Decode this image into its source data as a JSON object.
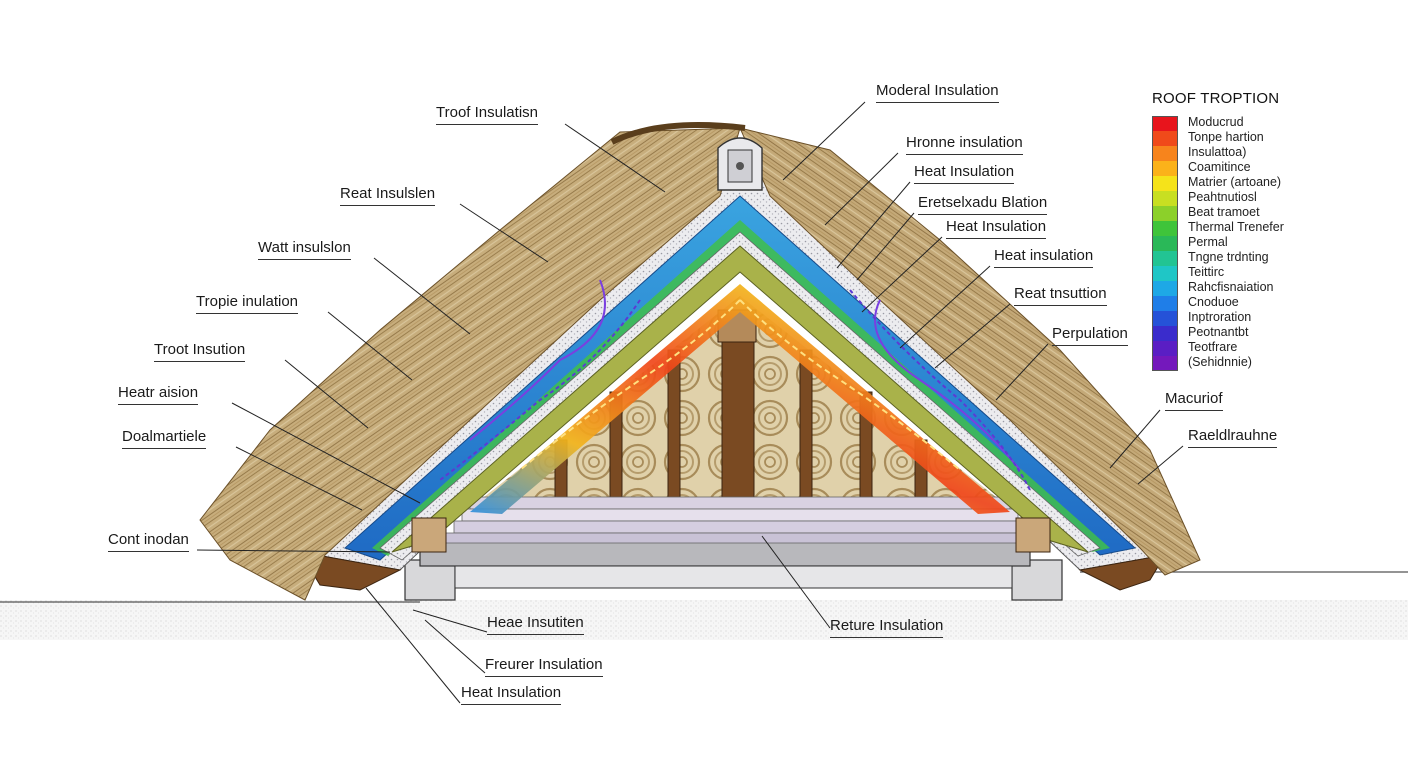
{
  "labels": [
    {
      "id": "l1",
      "text": "Troof Insulatisn"
    },
    {
      "id": "l2",
      "text": "Reat Insulslen"
    },
    {
      "id": "l3",
      "text": "Watt insulslon"
    },
    {
      "id": "l4",
      "text": "Tropie inulation"
    },
    {
      "id": "l5",
      "text": "Troot Insution"
    },
    {
      "id": "l6",
      "text": "Heatr aision"
    },
    {
      "id": "l7",
      "text": "Doalmartiele"
    },
    {
      "id": "l8",
      "text": "Cont inodan"
    },
    {
      "id": "l9",
      "text": "Heae Insutiten"
    },
    {
      "id": "l10",
      "text": "Freurer Insulation"
    },
    {
      "id": "l11",
      "text": "Heat Insulation"
    },
    {
      "id": "l12",
      "text": "Moderal Insulation"
    },
    {
      "id": "l13",
      "text": "Hronne insulation"
    },
    {
      "id": "l14",
      "text": "Heat Insulation"
    },
    {
      "id": "l15",
      "text": "Eretselxadu Blation"
    },
    {
      "id": "l16",
      "text": "Heat Insulation"
    },
    {
      "id": "l17",
      "text": "Heat insulation"
    },
    {
      "id": "l18",
      "text": "Reat tnsuttion"
    },
    {
      "id": "l19",
      "text": "Perpulation"
    },
    {
      "id": "l20",
      "text": "Macuriof"
    },
    {
      "id": "l21",
      "text": "Raeldlrauhne"
    },
    {
      "id": "l22",
      "text": "Reture Insulation"
    }
  ],
  "legend": {
    "title": "ROOF TROPTION",
    "items": [
      {
        "text": "Moducrud",
        "color": "#e8141c"
      },
      {
        "text": "Tonpe hartion",
        "color": "#f04a1a"
      },
      {
        "text": "Insulattoa)",
        "color": "#f7841c"
      },
      {
        "text": "Coamitince",
        "color": "#fbb21a"
      },
      {
        "text": "Matrier (artoane)",
        "color": "#f5e31a"
      },
      {
        "text": "Peahtnutiosl",
        "color": "#c8df22"
      },
      {
        "text": "Beat tramoet",
        "color": "#8cd02a"
      },
      {
        "text": "Thermal Trenefer",
        "color": "#3fc43a"
      },
      {
        "text": "Permal",
        "color": "#2ab858"
      },
      {
        "text": "Tngne trdnting",
        "color": "#22c493"
      },
      {
        "text": "Teittirc",
        "color": "#1fc6c6"
      },
      {
        "text": "Rahcfisnaiation",
        "color": "#1ea8e6"
      },
      {
        "text": "Cnoduoe",
        "color": "#1f7ee8"
      },
      {
        "text": "Inptroration",
        "color": "#2552d8"
      },
      {
        "text": "Peotnantbt",
        "color": "#3a2ccc"
      },
      {
        "text": "Teotfrare",
        "color": "#5a1ec4"
      },
      {
        "text": "(Sehidnnie)",
        "color": "#7418bc"
      }
    ]
  }
}
